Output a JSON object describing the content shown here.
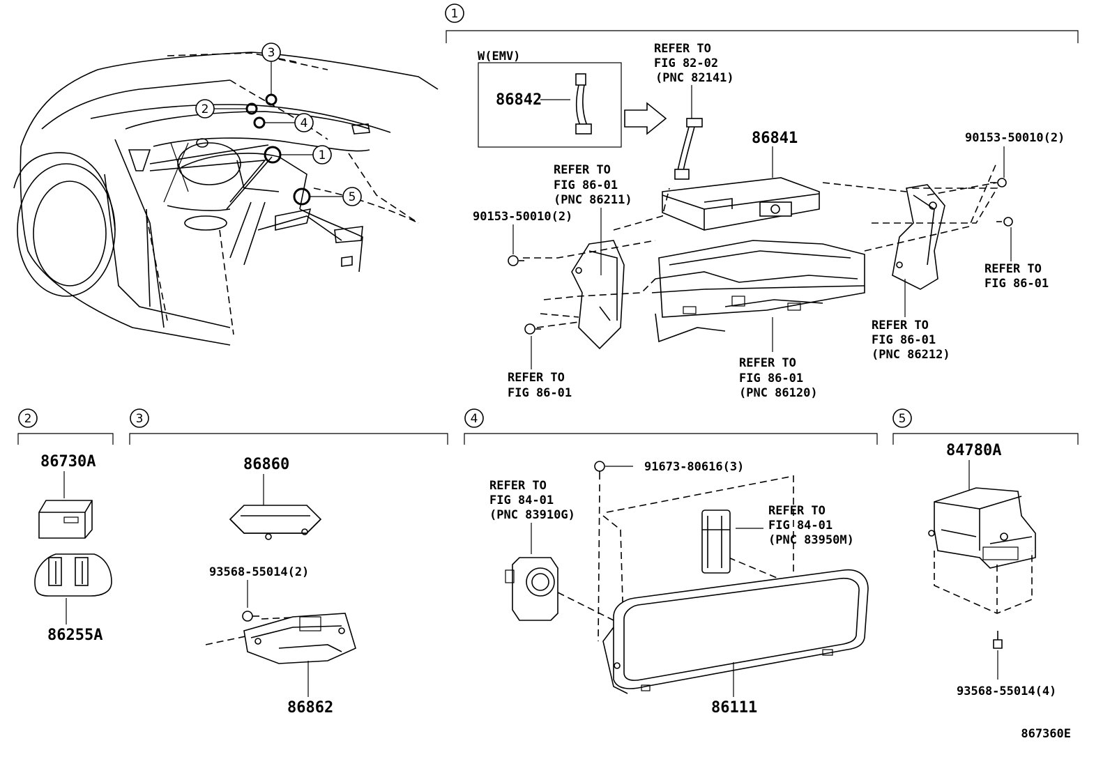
{
  "sections": [
    {
      "id": "1",
      "marker": "1"
    },
    {
      "id": "2",
      "marker": "2"
    },
    {
      "id": "3",
      "marker": "3"
    },
    {
      "id": "4",
      "marker": "4"
    },
    {
      "id": "5",
      "marker": "5"
    }
  ],
  "overview_callouts": [
    "1",
    "2",
    "3",
    "4",
    "5"
  ],
  "sec1": {
    "variant_label": "W(EMV)",
    "p86842": "86842",
    "refer_82": [
      "REFER TO",
      "FIG 82-02",
      "(PNC 82141)"
    ],
    "p86841": "86841",
    "bolt_right": "90153-50010(2)",
    "bolt_left": "90153-50010(2)",
    "refer_86211": [
      "REFER TO",
      "FIG 86-01",
      "(PNC 86211)"
    ],
    "refer_right": [
      "REFER TO",
      "FIG 86-01"
    ],
    "refer_86212": [
      "REFER TO",
      "FIG 86-01",
      "(PNC 86212)"
    ],
    "refer_86120": [
      "REFER TO",
      "FIG 86-01",
      "(PNC 86120)"
    ],
    "refer_bottom_left": [
      "REFER TO",
      "FIG 86-01"
    ]
  },
  "sec2": {
    "top": "86730A",
    "bottom": "86255A"
  },
  "sec3": {
    "top": "86860",
    "screw": "93568-55014(2)",
    "bottom": "86862"
  },
  "sec4": {
    "screw": "91673-80616(3)",
    "refer_83910g": [
      "REFER TO",
      "FIG 84-01",
      "(PNC 83910G)"
    ],
    "refer_83950m": [
      "REFER TO",
      "FIG 84-01",
      "(PNC 83950M)"
    ],
    "bottom": "86111"
  },
  "sec5": {
    "top": "84780A",
    "screw": "93568-55014(4)"
  },
  "figure_id": "867360E"
}
